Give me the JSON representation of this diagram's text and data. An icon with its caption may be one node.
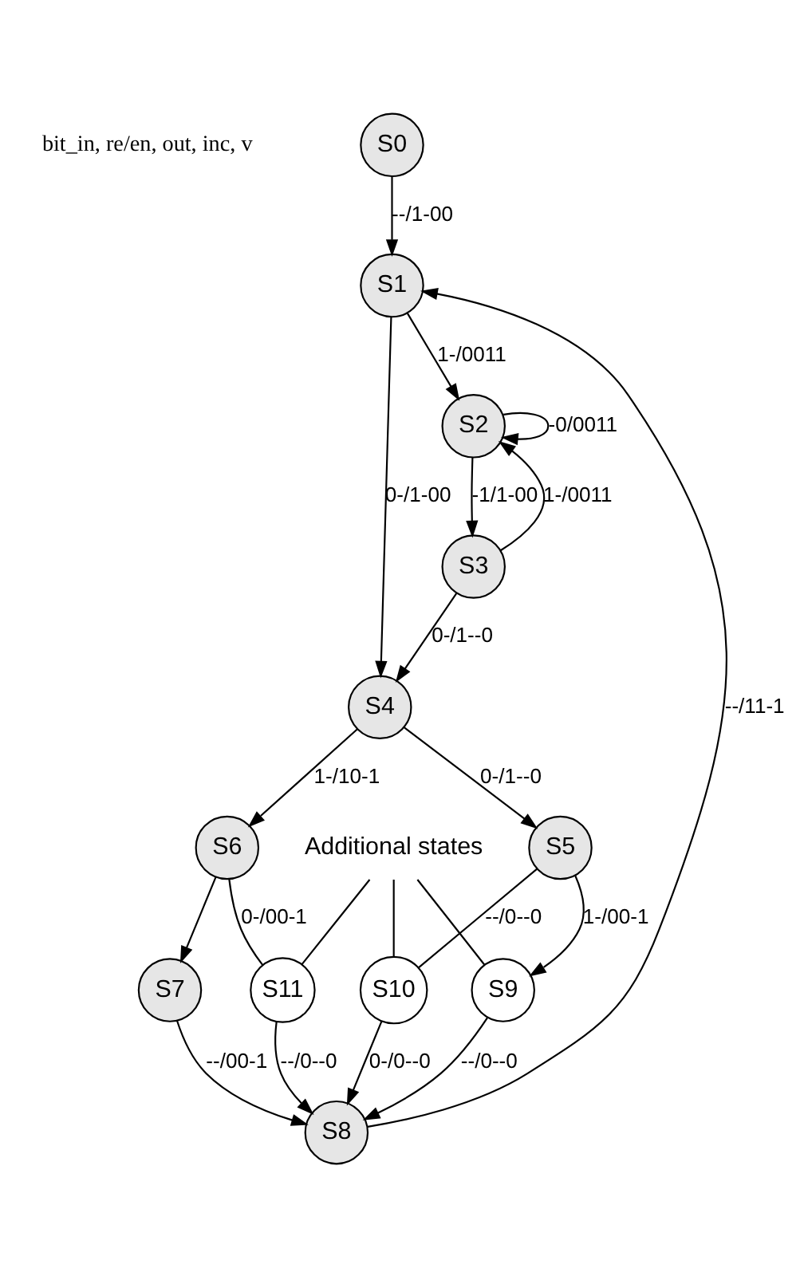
{
  "diagram": {
    "nodes": [
      {
        "text": [
          "S0"
        ]
      },
      {
        "text": [
          "S1"
        ]
      },
      {
        "text": [
          "S2"
        ]
      },
      {
        "text": [
          "S3"
        ]
      },
      {
        "text": [
          "S4"
        ]
      },
      {
        "text": [
          "S5"
        ]
      },
      {
        "text": [
          "S6"
        ]
      },
      {
        "text": [
          "Additional states"
        ]
      },
      {
        "text": [
          "S10"
        ]
      },
      {
        "text": [
          "S9"
        ]
      },
      {
        "text": [
          "S11"
        ]
      },
      {
        "text": [
          "S7"
        ]
      },
      {
        "text": [
          "S8"
        ]
      }
    ],
    "edges": [
      {
        "from": 0,
        "to": 1,
        "arrow": "to",
        "label": "--/1-00"
      },
      {
        "from": 1,
        "to": 2,
        "arrow": "to",
        "label": "1-/0011"
      },
      {
        "from": 2,
        "to": 2,
        "arrow": "to",
        "label": "-0/0011"
      },
      {
        "from": 2,
        "to": 3,
        "arrow": "to",
        "label": "-1/1-00"
      },
      {
        "from": 3,
        "to": 2,
        "arrow": "to",
        "label": "1-/0011"
      },
      {
        "from": 1,
        "to": 4,
        "arrow": "to",
        "label": "0-/1-00"
      },
      {
        "from": 3,
        "to": 4,
        "arrow": "to",
        "label": "0-/1--0"
      },
      {
        "from": 4,
        "to": 5,
        "arrow": "to",
        "label": "0-/1--0"
      },
      {
        "from": 4,
        "to": 6,
        "arrow": "to",
        "label": "1-/10-1"
      },
      {
        "from": 5,
        "to": 9,
        "arrow": "to",
        "label": "1-/00-1"
      },
      {
        "from": 5,
        "to": 8,
        "arrow": "none",
        "label": "--/0--0"
      },
      {
        "from": 6,
        "to": 10,
        "arrow": "none",
        "label": "0-/00-1"
      },
      {
        "from": 6,
        "to": 11,
        "arrow": "to"
      },
      {
        "from": 7,
        "to": 8,
        "arrow": "none"
      },
      {
        "from": 7,
        "to": 9,
        "arrow": "none"
      },
      {
        "from": 7,
        "to": 10,
        "arrow": "none"
      },
      {
        "from": 8,
        "to": 12,
        "arrow": "to",
        "label": "0-/0--0"
      },
      {
        "from": 9,
        "to": 12,
        "arrow": "to",
        "label": "--/0--0"
      },
      {
        "from": 10,
        "to": 12,
        "arrow": "to",
        "label": "--/0--0"
      },
      {
        "from": 11,
        "to": 12,
        "arrow": "to",
        "label": "--/00-1"
      },
      {
        "from": 12,
        "to": 1,
        "arrow": "to",
        "label": "--/11-1"
      }
    ],
    "labels": [
      "bit_in, re/en, out, inc, v"
    ]
  }
}
